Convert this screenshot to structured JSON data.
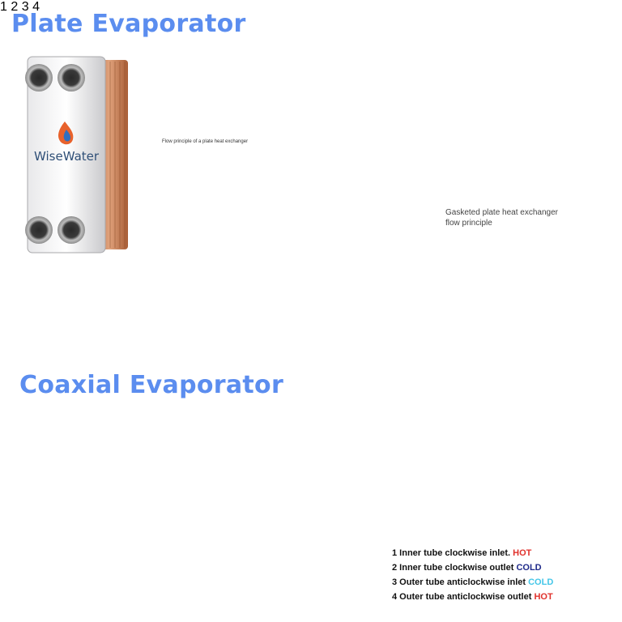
{
  "headings": {
    "plate": "Plate Evaporator",
    "coaxial": "Coaxial Evaporator"
  },
  "plate_product": {
    "brand": "WiseWater",
    "logo_icon": "flame-drop-icon"
  },
  "small_diagram": {
    "caption": "Flow principle of a plate heat exchanger"
  },
  "large_diagram": {
    "caption_line1": "Gasketed plate heat exchanger",
    "caption_line2": "flow principle"
  },
  "coaxial_diagram": {
    "labels": [
      "1",
      "2",
      "3",
      "4"
    ],
    "legend": [
      {
        "text": "1 Inner tube clockwise inlet. ",
        "tag": "HOT"
      },
      {
        "text": "2 Inner tube clockwise outlet ",
        "tag": "COLD"
      },
      {
        "text": "3 Outer tube anticlockwise inlet ",
        "tag": "COLD"
      },
      {
        "text": "4 Outer tube anticlockwise outlet ",
        "tag": "HOT"
      }
    ]
  },
  "colors": {
    "heading": "#5b8def",
    "hot": "#e0322c",
    "cold_dark": "#1f2a8a",
    "cold_light": "#43c6e8",
    "frame_blue": "#2d57b5",
    "copper": "#c8825a"
  }
}
